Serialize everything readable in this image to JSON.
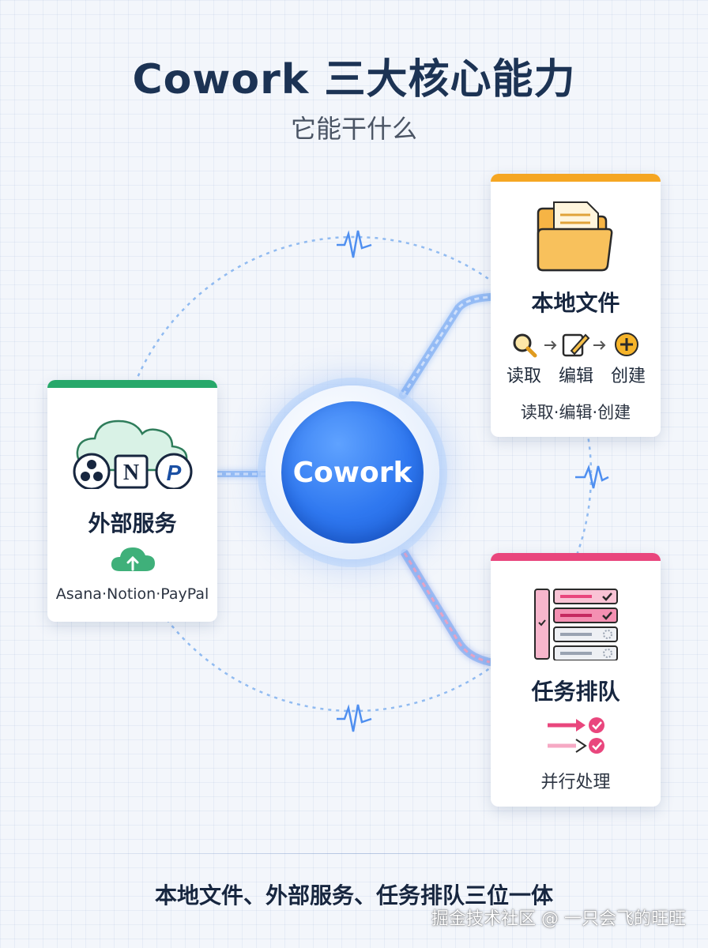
{
  "title": "Cowork 三大核心能力",
  "subtitle": "它能干什么",
  "hub": {
    "label": "Cowork"
  },
  "cards": {
    "external": {
      "title": "外部服务",
      "subtitle": "Asana·Notion·PayPal",
      "accent": "#27a86a",
      "icons": [
        "cloud-icon",
        "asana-logo-icon",
        "notion-logo-icon",
        "paypal-logo-icon",
        "cloud-upload-icon"
      ]
    },
    "files": {
      "title": "本地文件",
      "steps": [
        "读取",
        "编辑",
        "创建"
      ],
      "subtitle": "读取·编辑·创建",
      "accent": "#f5a623",
      "icons": [
        "folder-icon",
        "magnifier-icon",
        "edit-icon",
        "plus-circle-icon"
      ]
    },
    "tasks": {
      "title": "任务排队",
      "subtitle": "并行处理",
      "accent": "#e9467d",
      "icons": [
        "task-queue-icon",
        "parallel-arrows-icon"
      ]
    }
  },
  "footer": {
    "text": "本地文件、外部服务、任务排队三位一体",
    "watermark": "掘金技术社区 @ 一只会飞的旺旺"
  },
  "colors": {
    "title": "#1c3354",
    "hub": "#2f78f0",
    "connector": "#4f8ff0"
  }
}
